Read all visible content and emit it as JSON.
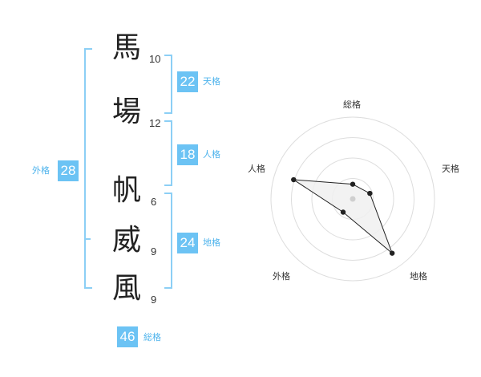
{
  "name": {
    "characters": [
      {
        "char": "馬",
        "strokes": "10"
      },
      {
        "char": "場",
        "strokes": "12"
      },
      {
        "char": "帆",
        "strokes": "6"
      },
      {
        "char": "威",
        "strokes": "9"
      },
      {
        "char": "風",
        "strokes": "9"
      }
    ]
  },
  "kakusu": {
    "tenkaku": {
      "value": "22",
      "label": "天格"
    },
    "jinkaku": {
      "value": "18",
      "label": "人格"
    },
    "chikaku": {
      "value": "24",
      "label": "地格"
    },
    "gaikaku": {
      "value": "28",
      "label": "外格"
    },
    "soukaku": {
      "value": "46",
      "label": "総格"
    }
  },
  "radar": {
    "axes": [
      "総格",
      "天格",
      "地格",
      "外格",
      "人格"
    ],
    "values": [
      0.18,
      0.22,
      0.82,
      0.2,
      0.76
    ],
    "rings": 4
  },
  "colors": {
    "accent": "#6cc3f4",
    "bracket": "#8ccff5",
    "radar_fill": "#f0f0f0",
    "ring": "#dddddd"
  }
}
